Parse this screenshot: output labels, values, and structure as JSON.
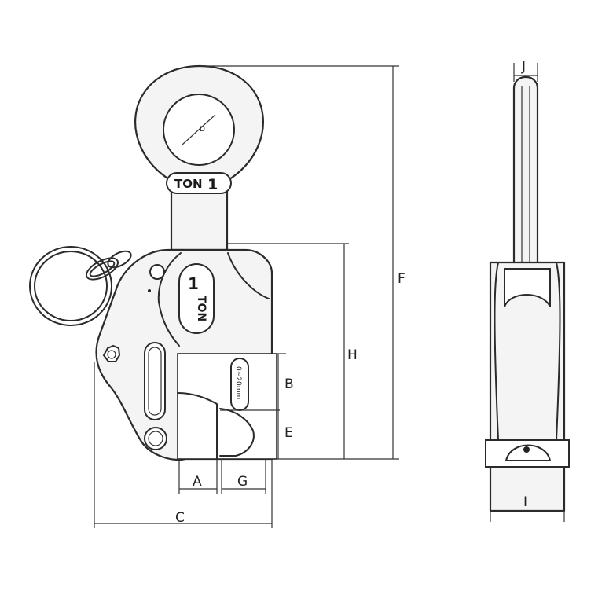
{
  "front_view": {
    "eye_label": "D",
    "eye_plate": {
      "text": "TON",
      "number": "1"
    },
    "body_mark": {
      "number": "1",
      "text": "TON"
    },
    "jaw_range": "0~20mm"
  },
  "dimensions": {
    "A": "A",
    "B": "B",
    "C": "C",
    "E": "E",
    "F": "F",
    "G": "G",
    "H": "H",
    "I": "I",
    "J": "J"
  }
}
